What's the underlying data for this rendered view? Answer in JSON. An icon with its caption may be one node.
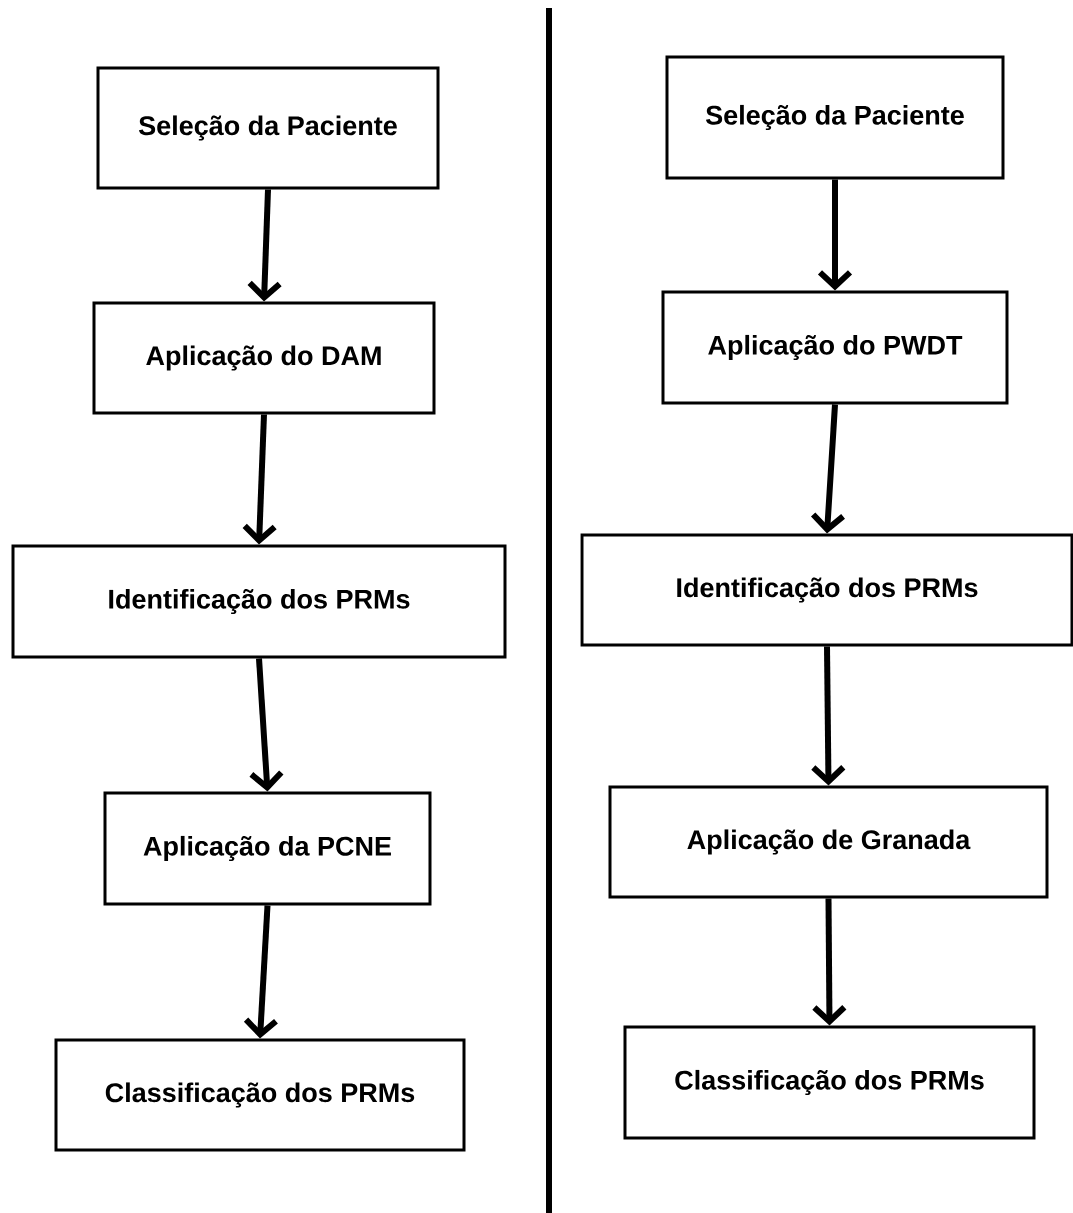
{
  "diagram": {
    "nodes": [
      {
        "text": [
          "Seleção da Paciente"
        ]
      },
      {
        "text": [
          "Aplicação do DAM"
        ]
      },
      {
        "text": [
          "Identificação dos PRMs"
        ]
      },
      {
        "text": [
          "Aplicação da PCNE"
        ]
      },
      {
        "text": [
          "Classificação dos PRMs"
        ]
      },
      {
        "text": [
          "Seleção da Paciente"
        ]
      },
      {
        "text": [
          "Aplicação do PWDT"
        ]
      },
      {
        "text": [
          "Identificação dos PRMs"
        ]
      },
      {
        "text": [
          "Aplicação de Granada"
        ]
      },
      {
        "text": [
          "Classificação dos PRMs"
        ]
      }
    ],
    "edges": [
      {
        "from": 0,
        "to": 1,
        "arrow": "to"
      },
      {
        "from": 1,
        "to": 2,
        "arrow": "to"
      },
      {
        "from": 2,
        "to": 3,
        "arrow": "to"
      },
      {
        "from": 3,
        "to": 4,
        "arrow": "to"
      },
      {
        "from": 5,
        "to": 6,
        "arrow": "to"
      },
      {
        "from": 6,
        "to": 7,
        "arrow": "to"
      },
      {
        "from": 7,
        "to": 8,
        "arrow": "to"
      },
      {
        "from": 8,
        "to": 9,
        "arrow": "to"
      }
    ]
  }
}
